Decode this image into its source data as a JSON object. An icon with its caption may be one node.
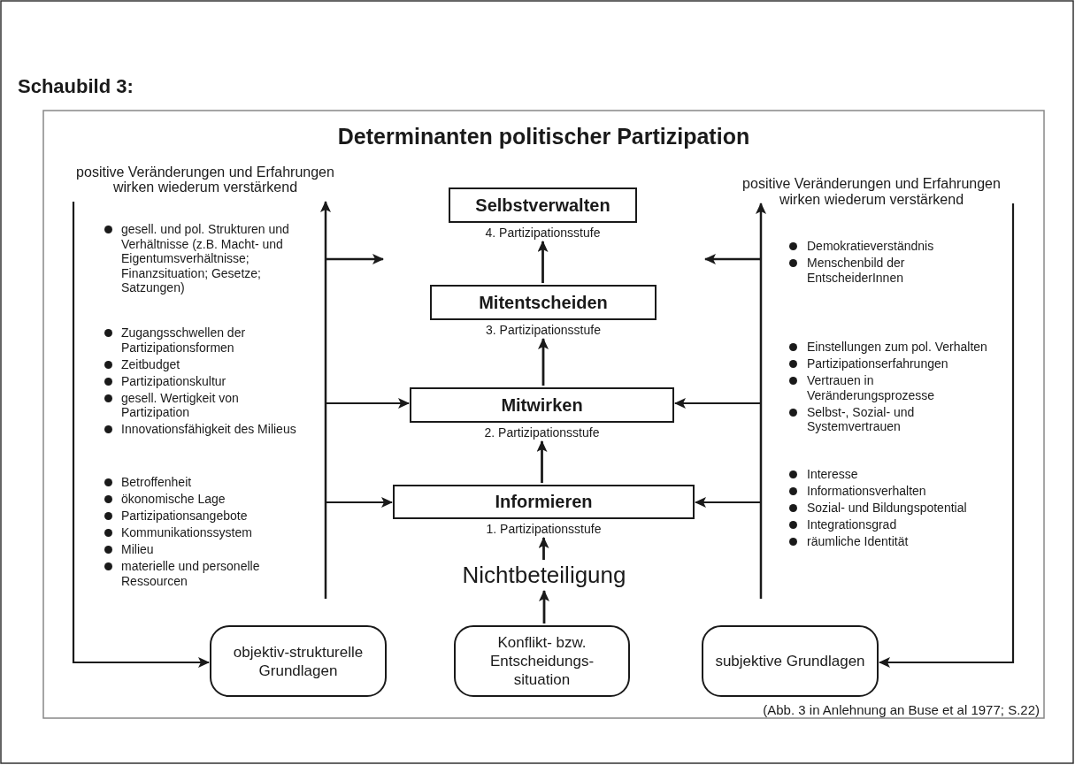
{
  "diagram": {
    "title": "Determinanten politischer Partizipation",
    "caption": "(Abb. 3 in Anlehnung an Buse et al 1977; S.22)",
    "nodes": [
      {
        "text": [
          "Selbstverwalten"
        ],
        "beside": [
          "4. Partizipationsstufe"
        ]
      },
      {
        "text": [
          "Mitentscheiden"
        ],
        "beside": [
          "3. Partizipationsstufe"
        ]
      },
      {
        "text": [
          "Mitwirken"
        ],
        "beside": [
          "2. Partizipationsstufe"
        ]
      },
      {
        "text": [
          "Informieren"
        ],
        "beside": [
          "1. Partizipationsstufe"
        ]
      },
      {
        "text": [
          "Nichtbeteiligung"
        ]
      },
      {
        "text": [
          "objektiv-strukturelle Grundlagen"
        ]
      },
      {
        "text": [
          "Konflikt- bzw. Entscheidungs- situation"
        ]
      },
      {
        "text": [
          "subjektive Grundlagen"
        ]
      }
    ],
    "edges": [
      {
        "from": 4,
        "to": 3,
        "arrow": "to"
      },
      {
        "from": 3,
        "to": 2,
        "arrow": "to"
      },
      {
        "from": 2,
        "to": 1,
        "arrow": "to"
      },
      {
        "from": 1,
        "to": 0,
        "arrow": "to"
      },
      {
        "from": 6,
        "to": 4,
        "arrow": "to"
      },
      {
        "from": null,
        "to": 5,
        "arrow": "to"
      },
      {
        "from": null,
        "to": 7,
        "arrow": "to"
      },
      {
        "from": null,
        "to": 3,
        "arrow": "to"
      },
      {
        "from": null,
        "to": 3,
        "arrow": "to"
      },
      {
        "from": null,
        "to": 2,
        "arrow": "to"
      },
      {
        "from": null,
        "to": 2,
        "arrow": "to"
      }
    ],
    "labels": [
      "Schaubild 3:",
      "positive Veränderungen und Erfahrungen wirken wiederum verstärkend",
      "positive Veränderungen und Erfahrungen wirken wiederum verstärkend",
      "gesell. und pol. Strukturen und Verhältnisse (z.B. Macht- und Eigentumsverhältnisse; Finanzsituation; Gesetze; Satzungen)",
      "Zugangsschwellen der Partizipationsformen",
      "Zeitbudget",
      "Partizipationskultur",
      "gesell. Wertigkeit von Partizipation",
      "Innovationsfähigkeit des Milieus",
      "Betroffenheit",
      "ökonomische Lage",
      "Partizipationsangebote",
      "Kommunikationssystem",
      "Milieu",
      "materielle und personelle Ressourcen",
      "Demokratieverständnis",
      "Menschenbild der EntscheiderInnen",
      "Einstellungen zum pol. Verhalten",
      "Partizipationserfahrungen",
      "Vertrauen in Veränderungsprozesse",
      "Selbst-, Sozial- und Systemvertrauen",
      "Interesse",
      "Informationsverhalten",
      "Sozial- und Bildungspotential",
      "Integrationsgrad",
      "räumliche Identität"
    ]
  }
}
